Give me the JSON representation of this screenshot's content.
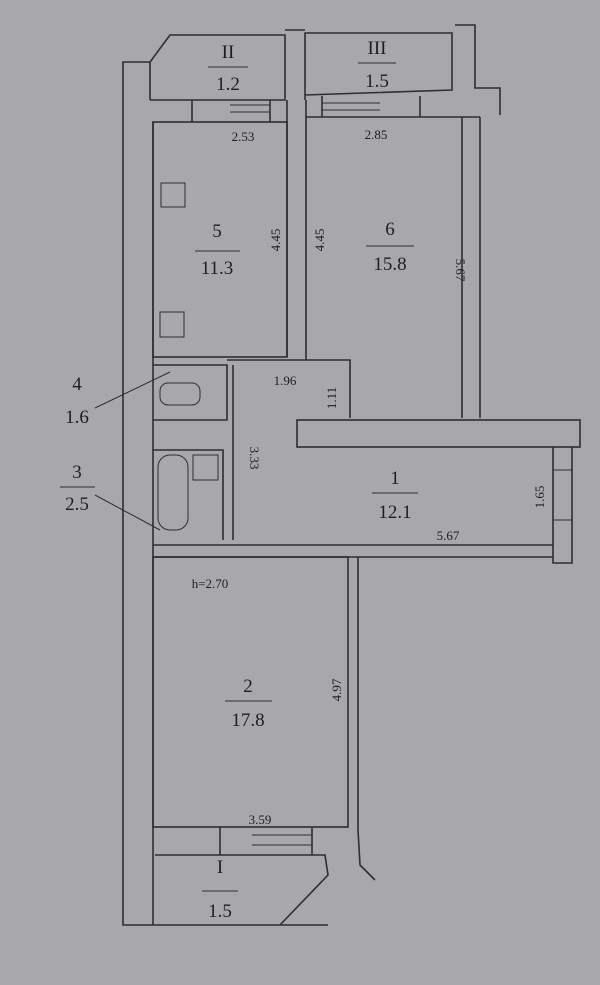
{
  "plan": {
    "ceiling_height": "h=2.70",
    "rooms": [
      {
        "number": "1",
        "area": "12.1"
      },
      {
        "number": "2",
        "area": "17.8"
      },
      {
        "number": "3",
        "area": "2.5"
      },
      {
        "number": "4",
        "area": "1.6"
      },
      {
        "number": "5",
        "area": "11.3"
      },
      {
        "number": "6",
        "area": "15.8"
      }
    ],
    "balconies": [
      {
        "number": "I",
        "area": "1.5"
      },
      {
        "number": "II",
        "area": "1.2"
      },
      {
        "number": "III",
        "area": "1.5"
      }
    ],
    "dimensions": {
      "room5_width": "2.53",
      "room5_length": "4.45",
      "room6_width": "2.85",
      "room6_left": "4.45",
      "room6_length": "5.67",
      "corridor_width": "1.96",
      "corridor_depth": "1.11",
      "bath_side": "3.33",
      "hall_length": "5.67",
      "hall_width": "1.65",
      "room2_length": "4.97",
      "room2_width": "3.59"
    }
  }
}
